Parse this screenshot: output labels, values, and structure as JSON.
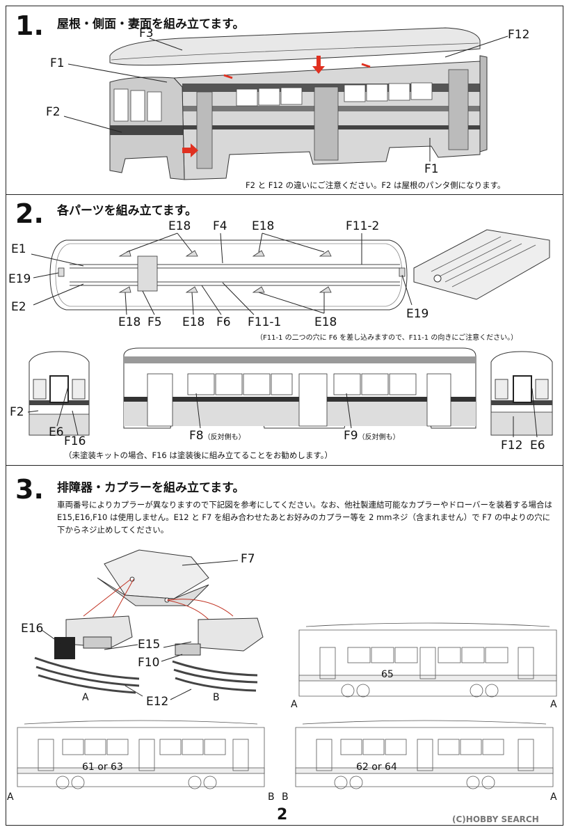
{
  "page_number": "2",
  "watermark": "(C)HOBBY SEARCH",
  "step1": {
    "number": "1.",
    "title": "屋根・側面・妻面を組み立てます。",
    "labels": {
      "f3": "F3",
      "f12": "F12",
      "f1_top": "F1",
      "f2": "F2",
      "f1_bottom": "F1"
    },
    "note": "F2 と F12 の違いにご注意ください。F2 は屋根のパンタ側になります。"
  },
  "step2": {
    "number": "2.",
    "title": "各パーツを組み立てます。",
    "labels": {
      "e18_top_left": "E18",
      "f4": "F4",
      "e18_top_mid": "E18",
      "f11_2": "F11-2",
      "e1": "E1",
      "e19_left": "E19",
      "e2": "E2",
      "e18_bottom_left": "E18",
      "f5": "F5",
      "e18_bottom_mid": "E18",
      "f6": "F6",
      "f11_1": "F11-1",
      "e18_bottom_right": "E18",
      "e19_right": "E19",
      "f2": "F2",
      "e6_left": "E6",
      "f16": "F16",
      "f8": "F8",
      "f8_note": "（反対側も）",
      "f9": "F9",
      "f9_note": "（反対側も）",
      "f12": "F12",
      "e6_right": "E6"
    },
    "note_f11": "（F11-1 の二つの穴に F6 を差し込みますので、F11-1 の向きにご注意ください。）",
    "note_f16": "（未塗装キットの場合、F16 は塗装後に組み立てることをお勧めします。）"
  },
  "step3": {
    "number": "3.",
    "title": "排障器・カプラーを組み立てます。",
    "body": "車両番号によりカプラーが異なりますので下記図を参考にしてください。なお、他社製連結可能なカプラーやドローバーを装着する場合は E15,E16,F10 は使用しません。E12 と F7 を組み合わせたあとお好みのカプラー等を 2 mmネジ（含まれません）で F7 の中よりの穴に下からネジ止めしてください。",
    "labels": {
      "f7": "F7",
      "e16": "E16",
      "e15": "E15",
      "f10": "F10",
      "e12": "E12",
      "a": "A",
      "b": "B"
    },
    "cars": [
      {
        "number": "65",
        "left_end": "A",
        "right_end": "A"
      },
      {
        "number": "61 or 63",
        "left_end": "A",
        "right_end": "B"
      },
      {
        "number": "62 or 64",
        "left_end": "B",
        "right_end": "A"
      }
    ]
  }
}
